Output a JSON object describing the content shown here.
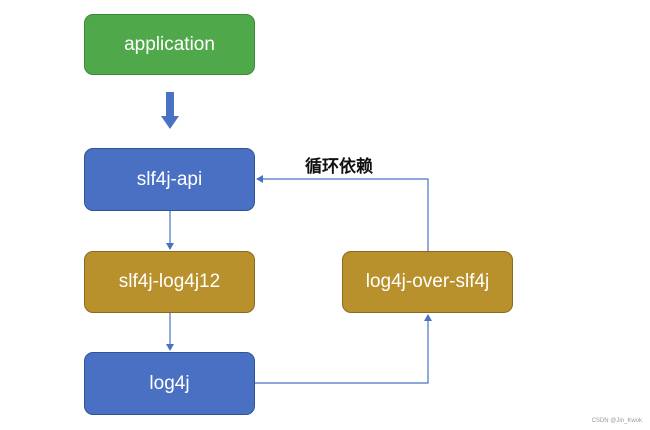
{
  "diagram": {
    "nodes": {
      "application": "application",
      "slf4j_api": "slf4j-api",
      "slf4j_log4j12": "slf4j-log4j12",
      "log4j": "log4j",
      "log4j_over_slf4j": "log4j-over-slf4j"
    },
    "cycle_label": "循环依赖",
    "colors": {
      "green_node": "#4fa84a",
      "blue_node": "#4a70c4",
      "gold_node": "#b8912d",
      "connector": "#4a72c4"
    }
  },
  "watermark": "CSDN @Jin_Kwok"
}
